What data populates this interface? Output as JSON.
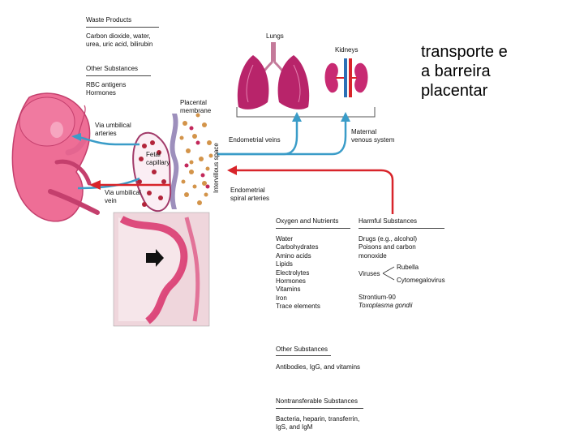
{
  "title_lines": [
    "transporte e",
    "a barreira",
    "placentar"
  ],
  "left_panel": {
    "waste_heading": "Waste Products",
    "waste_items": [
      "Carbon dioxide, water,",
      "urea, uric acid, bilirubin"
    ],
    "other_heading": "Other Substances",
    "other_items": [
      "RBC antigens",
      "Hormones"
    ]
  },
  "labels": {
    "lungs": "Lungs",
    "kidneys": "Kidneys",
    "placental_membrane": [
      "Placental",
      "membrane"
    ],
    "via_umbilical_arteries": [
      "Via umbilical",
      "arteries"
    ],
    "via_umbilical_vein": [
      "Via umbilical",
      "vein"
    ],
    "fetal_capillary": [
      "Fetal",
      "capillary"
    ],
    "intervillous_space": "Intervillous space",
    "endometrial_veins": "Endometrial veins",
    "maternal_venous": [
      "Maternal",
      "venous system"
    ],
    "endometrial_arteries": [
      "Endometrial",
      "spiral arteries"
    ]
  },
  "oxygen": {
    "heading": "Oxygen and Nutrients",
    "items": [
      "Water",
      "Carbohydrates",
      "Amino acids",
      "Lipids",
      "Electrolytes",
      "Hormones",
      "Vitamins",
      "Iron",
      "Trace elements"
    ]
  },
  "harmful": {
    "heading": "Harmful Substances",
    "items_top": [
      "Drugs (e.g., alcohol)",
      "Poisons and carbon",
      "monoxide"
    ],
    "viruses": "Viruses",
    "rubella": "Rubella",
    "cytomegalovirus": "Cytomegalovirus",
    "strontium": "Strontium-90",
    "toxoplasma": "Toxoplasma gondii"
  },
  "other_substances": {
    "heading": "Other Substances",
    "text": "Antibodies, IgG, and vitamins"
  },
  "nontransferable": {
    "heading": "Nontransferable Substances",
    "lines": [
      "Bacteria, heparin, transferrin,",
      "IgS, and IgM"
    ]
  },
  "colors": {
    "arrow_blue": "#3a9cc8",
    "arrow_red": "#d8242a",
    "embryo_pink": "#e9608a",
    "organ_magenta": "#b8246a",
    "tissue_red": "#d8306a"
  }
}
